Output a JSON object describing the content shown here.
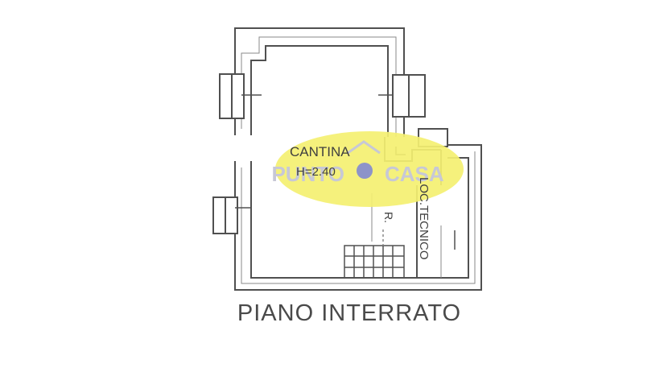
{
  "plan": {
    "title": "PIANO INTERRATO",
    "rooms": [
      {
        "name": "CANTINA",
        "height_label": "H=2.40"
      },
      {
        "name": "LOC.TECNICO"
      },
      {
        "name": "R."
      }
    ]
  },
  "watermark": {
    "brand_left": "PUNTO",
    "brand_right": "CASA",
    "colors": {
      "ellipse": "#f4f071",
      "text": "#c7c8d6",
      "dot": "#8d93c9"
    }
  },
  "colors": {
    "wall": "#505050",
    "wall_light": "#8a8a8a",
    "paper": "#ffffff"
  }
}
